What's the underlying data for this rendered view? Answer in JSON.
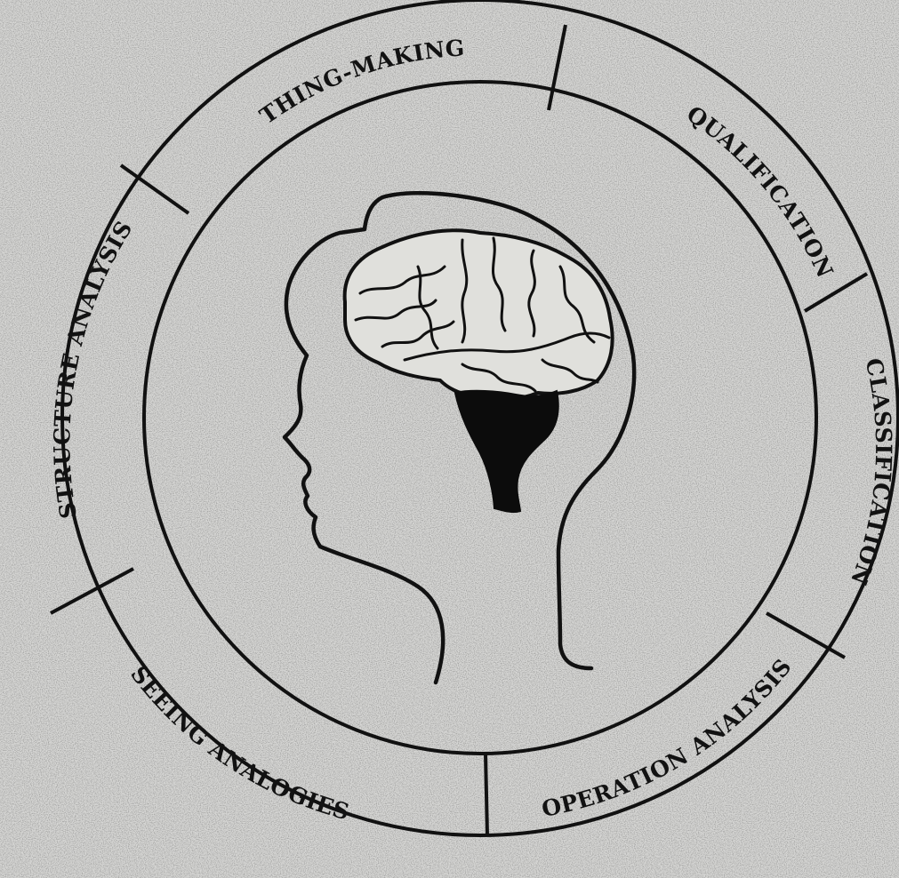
{
  "diagram": {
    "segments": [
      {
        "id": "thing-making",
        "label": "THING-MAKING"
      },
      {
        "id": "qualification",
        "label": "QUALIFICATION"
      },
      {
        "id": "classification",
        "label": "CLASSIFICATION"
      },
      {
        "id": "operation-analysis",
        "label": "OPERATION ANALYSIS"
      },
      {
        "id": "seeing-analogies",
        "label": "SEEING ANALOGIES"
      },
      {
        "id": "structure-analysis",
        "label": "STRUCTURE ANALYSIS"
      }
    ],
    "center_illustration": "head-with-brain-icon",
    "colors": {
      "ink": "#111111",
      "paper": "#d6d6d4"
    }
  }
}
